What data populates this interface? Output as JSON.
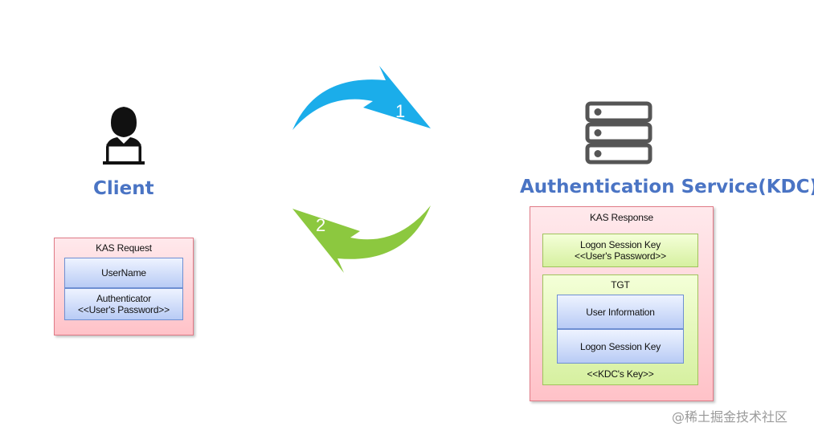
{
  "client": {
    "title": "Client",
    "request": {
      "header": "KAS Request",
      "username": "UserName",
      "authenticator_line1": "Authenticator",
      "authenticator_line2": "<<User's Password>>"
    }
  },
  "kdc": {
    "title": "Authentication Service(KDC)",
    "response": {
      "header": "KAS Response",
      "logon_key_line1": "Logon Session Key",
      "logon_key_line2": "<<User's Password>>",
      "tgt": {
        "header": "TGT",
        "user_info": "User Information",
        "logon_key": "Logon Session Key",
        "footer": "<<KDC's Key>>"
      }
    }
  },
  "arrows": {
    "step1": "1",
    "step2": "2"
  },
  "watermark": "@稀土掘金技术社区",
  "colors": {
    "arrow1": "#1badea",
    "arrow2": "#8cc83f",
    "title": "#4a74c4"
  }
}
